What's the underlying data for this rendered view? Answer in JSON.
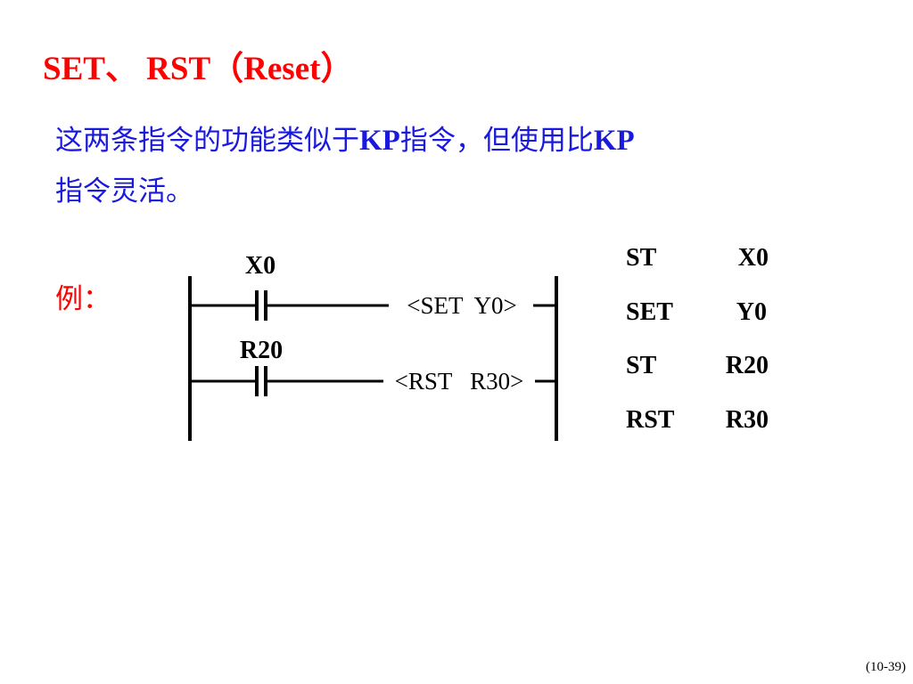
{
  "title": "SET、 RST（Reset）",
  "description": {
    "line1_a": "这两条指令的功能类似于",
    "line1_kp": "KP",
    "line1_b": "指令，但使用比",
    "line1_kp2": "KP",
    "line2": "指令灵活。"
  },
  "example_label": "例：",
  "ladder": {
    "rung1": {
      "contact": "X0",
      "output": "<SET  Y0>"
    },
    "rung2": {
      "contact": "R20",
      "output": "<RST   R30>"
    }
  },
  "instructions": [
    {
      "op": "ST",
      "arg": "X0"
    },
    {
      "op": "SET",
      "arg": "Y0"
    },
    {
      "op": "ST",
      "arg": "R20"
    },
    {
      "op": "RST",
      "arg": "R30"
    }
  ],
  "page_number": "(10-39)",
  "colors": {
    "title": "#ff0000",
    "body": "#1a1adf",
    "diagram": "#000000"
  }
}
